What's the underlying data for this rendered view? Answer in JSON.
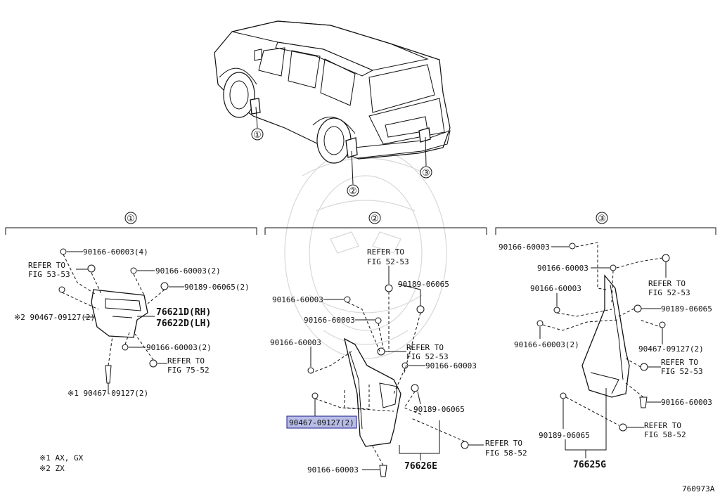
{
  "diagram_id": "760973A",
  "callouts": [
    "①",
    "②",
    "③"
  ],
  "notes": [
    "※1  AX, GX",
    "※2  ZX"
  ],
  "section1": {
    "num": "①",
    "labels": {
      "c1": "90166-60003(4)",
      "ref1a": "REFER TO",
      "ref1b": "FIG 53-53",
      "c2": "90166-60003(2)",
      "c3": "90189-06065(2)",
      "pA": "76621D(RH)",
      "pB": "76622D(LH)",
      "c4": "※2 90467-09127(2)",
      "c5": "90166-60003(2)",
      "ref2a": "REFER TO",
      "ref2b": "FIG 75-52",
      "c6": "※1 90467-09127(2)"
    }
  },
  "section2": {
    "num": "②",
    "labels": {
      "ref1a": "REFER TO",
      "ref1b": "FIG 52-53",
      "c1": "90189-06065",
      "c2": "90166-60003",
      "c3": "90166-60003",
      "c4": "90166-60003",
      "ref2a": "REFER TO",
      "ref2b": "FIG 52-53",
      "c5": "90166-60003",
      "c6": "90467-09127(2)",
      "c7": "90189-06065",
      "ref3a": "REFER TO",
      "ref3b": "FIG 58-52",
      "c8": "90166-60003",
      "part": "76626E"
    }
  },
  "section3": {
    "num": "③",
    "labels": {
      "c1": "90166-60003",
      "c2": "90166-60003",
      "ref1a": "REFER TO",
      "ref1b": "FIG 52-53",
      "c3": "90166-60003",
      "c4": "90189-06065",
      "c5": "90166-60003(2)",
      "c6": "90467-09127(2)",
      "ref2a": "REFER TO",
      "ref2b": "FIG 52-53",
      "c7": "90166-60003",
      "c8": "90189-06065",
      "ref3a": "REFER TO",
      "ref3b": "FIG 58-52",
      "part": "76625G"
    }
  },
  "colors": {
    "highlight": "#b8bde6",
    "line": "#111111"
  }
}
